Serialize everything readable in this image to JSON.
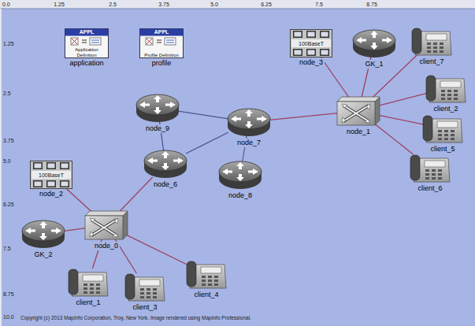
{
  "diagram": {
    "nodes": [
      {
        "text": [
          "APPL",
          "Application Definition",
          "application"
        ]
      },
      {
        "text": [
          "APPL",
          "Profile Definition",
          "profile"
        ]
      },
      {
        "text": [
          "100BaseT",
          "node_3"
        ]
      },
      {
        "text": [
          "GK_1"
        ]
      },
      {
        "text": [
          "client_7"
        ]
      },
      {
        "text": [
          "client_2"
        ]
      },
      {
        "text": [
          "node_1"
        ]
      },
      {
        "text": [
          "client_5"
        ]
      },
      {
        "text": [
          "node_9"
        ]
      },
      {
        "text": [
          "node_7"
        ]
      },
      {
        "text": [
          "client_6"
        ]
      },
      {
        "text": [
          "node_6"
        ]
      },
      {
        "text": [
          "node_8"
        ]
      },
      {
        "text": [
          "100BaseT",
          "node_2"
        ]
      },
      {
        "text": [
          "GK_2"
        ]
      },
      {
        "text": [
          "node_0"
        ]
      },
      {
        "text": [
          "client_1"
        ]
      },
      {
        "text": [
          "client_3"
        ]
      },
      {
        "text": [
          "client_4"
        ]
      }
    ],
    "edges": [
      {
        "from": 2,
        "to": 6,
        "arrow": "none"
      },
      {
        "from": 3,
        "to": 6,
        "arrow": "none"
      },
      {
        "from": 4,
        "to": 6,
        "arrow": "none"
      },
      {
        "from": 5,
        "to": 6,
        "arrow": "none"
      },
      {
        "from": 7,
        "to": 6,
        "arrow": "none"
      },
      {
        "from": 10,
        "to": 6,
        "arrow": "none"
      },
      {
        "from": 9,
        "to": 6,
        "arrow": "none"
      },
      {
        "from": 8,
        "to": 9,
        "arrow": "none"
      },
      {
        "from": 11,
        "to": 8,
        "arrow": "none"
      },
      {
        "from": 11,
        "to": 9,
        "arrow": "none"
      },
      {
        "from": 9,
        "to": 12,
        "arrow": "none"
      },
      {
        "from": 11,
        "to": 15,
        "arrow": "none"
      },
      {
        "from": 13,
        "to": 15,
        "arrow": "none"
      },
      {
        "from": 14,
        "to": 15,
        "arrow": "none"
      },
      {
        "from": 16,
        "to": 15,
        "arrow": "none"
      },
      {
        "from": 17,
        "to": 15,
        "arrow": "none"
      },
      {
        "from": 18,
        "to": 15,
        "arrow": "none"
      }
    ],
    "labels": [
      "0.0",
      "1.25",
      "2.5",
      "3.75",
      "5.0",
      "6.25",
      "7.5",
      "8.75",
      "1.25",
      "2.5",
      "3.75",
      "5.0",
      "6.25",
      "7.5",
      "8.75",
      "10.0",
      "Copyright (c) 2013 MapInfo Corporation, Troy, New York. Image rendered using MapInfo Professional."
    ]
  }
}
